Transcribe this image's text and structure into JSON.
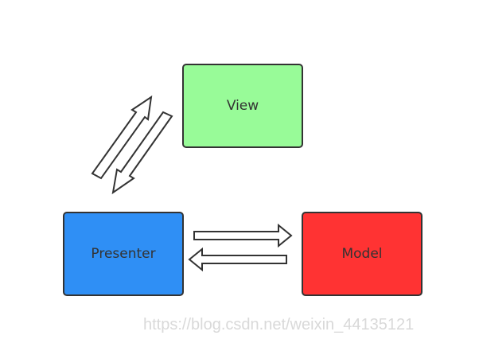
{
  "nodes": {
    "view": "View",
    "presenter": "Presenter",
    "model": "Model"
  },
  "colors": {
    "view": "#98fb98",
    "presenter": "#2f8ff5",
    "model": "#ff3333",
    "stroke": "#333333"
  },
  "edges": [
    {
      "from": "presenter",
      "to": "view"
    },
    {
      "from": "view",
      "to": "presenter"
    },
    {
      "from": "presenter",
      "to": "model"
    },
    {
      "from": "model",
      "to": "presenter"
    }
  ],
  "watermark": "https://blog.csdn.net/weixin_44135121"
}
